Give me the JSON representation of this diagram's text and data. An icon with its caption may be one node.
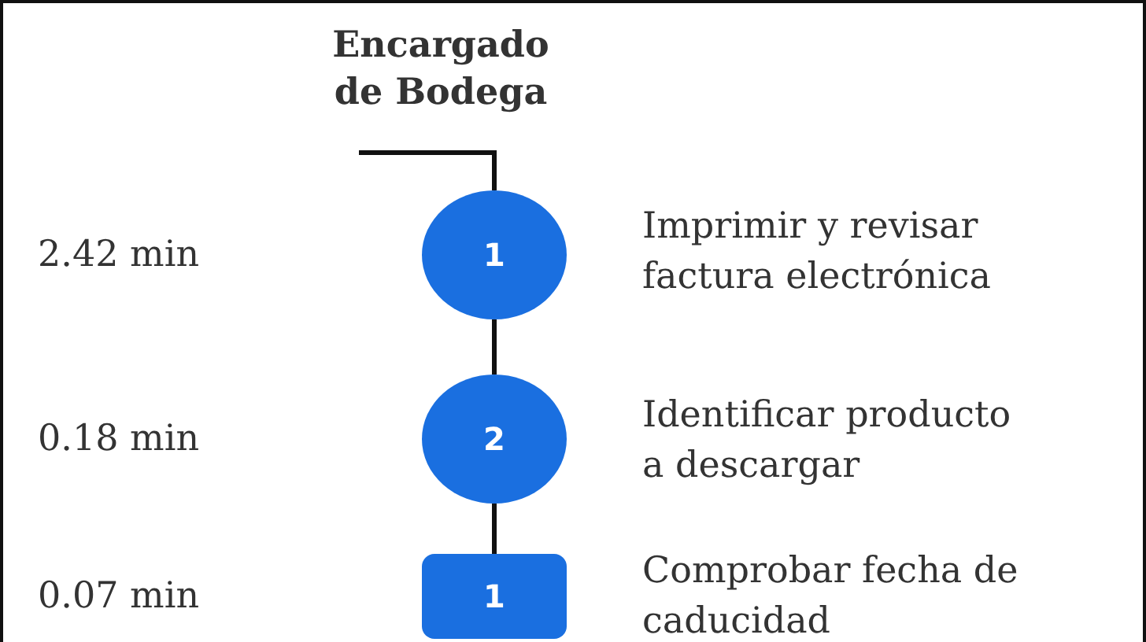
{
  "diagram": {
    "title": "Encargado de Bodega",
    "nodes": [
      {
        "text": [
          "1"
        ],
        "beside": [
          "Imprimir y revisar factura electrónica"
        ]
      },
      {
        "text": [
          "2"
        ],
        "beside": [
          "Identificar producto a descargar"
        ]
      },
      {
        "text": [
          "1"
        ],
        "beside": [
          "Comprobar fecha de caducidad"
        ]
      }
    ],
    "edges": [
      {
        "from": null,
        "to": 0,
        "arrow": "none"
      },
      {
        "from": 0,
        "to": 1,
        "arrow": "none"
      },
      {
        "from": 1,
        "to": 2,
        "arrow": "none"
      }
    ],
    "labels": [
      "2.42 min",
      "0.18 min",
      "0.07 min"
    ]
  }
}
